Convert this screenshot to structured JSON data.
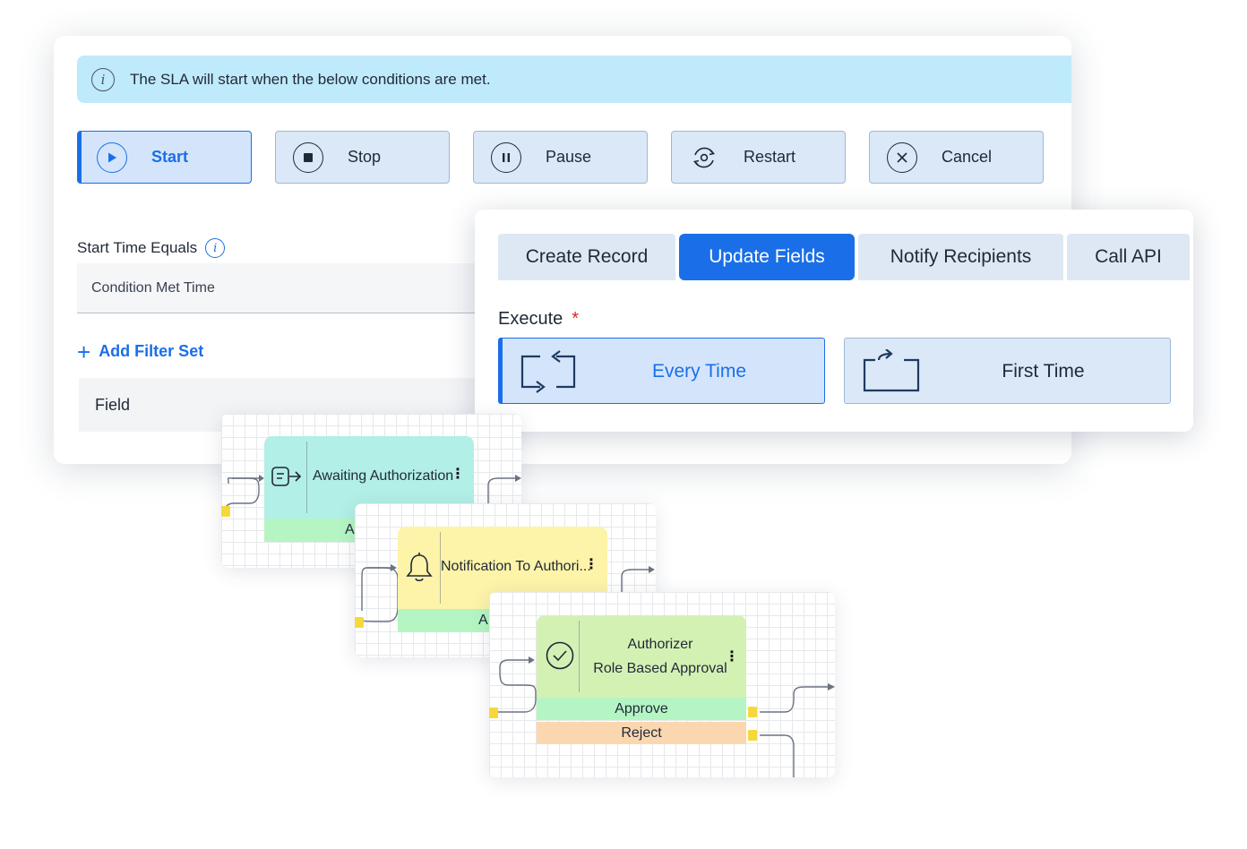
{
  "sla": {
    "banner_text": "The SLA will start when the below conditions are met.",
    "buttons": [
      {
        "label": "Start",
        "icon": "play-icon"
      },
      {
        "label": "Stop",
        "icon": "stop-icon"
      },
      {
        "label": "Pause",
        "icon": "pause-icon"
      },
      {
        "label": "Restart",
        "icon": "restart-icon"
      },
      {
        "label": "Cancel",
        "icon": "cancel-icon"
      }
    ],
    "active_button": "Start",
    "start_time_label": "Start Time Equals",
    "condition_value": "Condition Met Time",
    "add_filter_label": "Add Filter Set",
    "field_header": "Field"
  },
  "actions": {
    "tabs": [
      "Create Record",
      "Update Fields",
      "Notify Recipients",
      "Call API"
    ],
    "active_tab": "Update Fields",
    "execute_label": "Execute",
    "required_mark": "*",
    "options": [
      "Every Time",
      "First Time"
    ],
    "active_option": "Every Time"
  },
  "workflow": {
    "node1": {
      "title": "Awaiting Authorization",
      "outcome": "A",
      "icon": "queue-arrow-icon"
    },
    "node2": {
      "title": "Notification To Authori...",
      "outcome": "A",
      "icon": "bell-icon"
    },
    "node3": {
      "title_line1": "Authorizer",
      "title_line2": "Role Based Approval",
      "icon": "check-circle-icon",
      "outcomes": [
        "Approve",
        "Reject"
      ]
    }
  },
  "colors": {
    "accent": "#1a6fe8",
    "banner": "#bfeafb",
    "node_teal": "#b2efe6",
    "node_yellow": "#fdf3a9",
    "node_green": "#d4f1b4",
    "approve": "#b5f5c3",
    "reject": "#fbd7b0",
    "port": "#f6d83d"
  }
}
